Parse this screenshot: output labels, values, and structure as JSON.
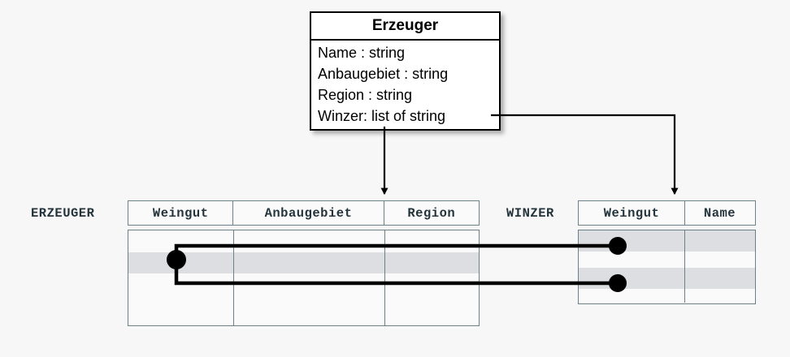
{
  "uml": {
    "title": "Erzeuger",
    "attributes": [
      "Name : string",
      "Anbaugebiet : string",
      "Region : string",
      "Winzer: list of string"
    ]
  },
  "tables": [
    {
      "name": "ERZEUGER",
      "columns": [
        "Weingut",
        "Anbaugebiet",
        "Region"
      ],
      "rows": [
        {
          "shaded": false,
          "cells": [
            "",
            "",
            ""
          ]
        },
        {
          "shaded": true,
          "cells": [
            "",
            "",
            ""
          ]
        },
        {
          "shaded": false,
          "cells": [
            "",
            "",
            ""
          ]
        },
        {
          "shaded": false,
          "cells": [
            "",
            "",
            ""
          ]
        }
      ]
    },
    {
      "name": "WINZER",
      "columns": [
        "Weingut",
        "Name"
      ],
      "rows": [
        {
          "shaded": true,
          "cells": [
            "",
            ""
          ]
        },
        {
          "shaded": false,
          "cells": [
            "",
            ""
          ]
        },
        {
          "shaded": true,
          "cells": [
            "",
            ""
          ]
        },
        {
          "shaded": false,
          "cells": [
            "",
            ""
          ]
        }
      ]
    }
  ],
  "connectors": {
    "mapping_arrows": [
      {
        "from": "uml.Erzeuger.bottom",
        "to": "ERZEUGER.header.Anbaugebiet-Region-border",
        "style": "arrow"
      },
      {
        "from": "uml.attribute.Winzer",
        "to": "WINZER.header.Weingut",
        "style": "arrow"
      }
    ],
    "value_links": [
      {
        "from": "ERZEUGER.row2.Weingut",
        "to": "WINZER.row1.Weingut",
        "style": "dot-line"
      },
      {
        "from": "ERZEUGER.row2.Weingut",
        "to": "WINZER.row3.Weingut",
        "style": "dot-line"
      }
    ]
  },
  "colors": {
    "background": "#f7f7f7",
    "table_border": "#6c8088",
    "table_text": "#24343c",
    "row_shade": "#dcdee2",
    "uml_border": "#000000",
    "connector": "#000000"
  }
}
